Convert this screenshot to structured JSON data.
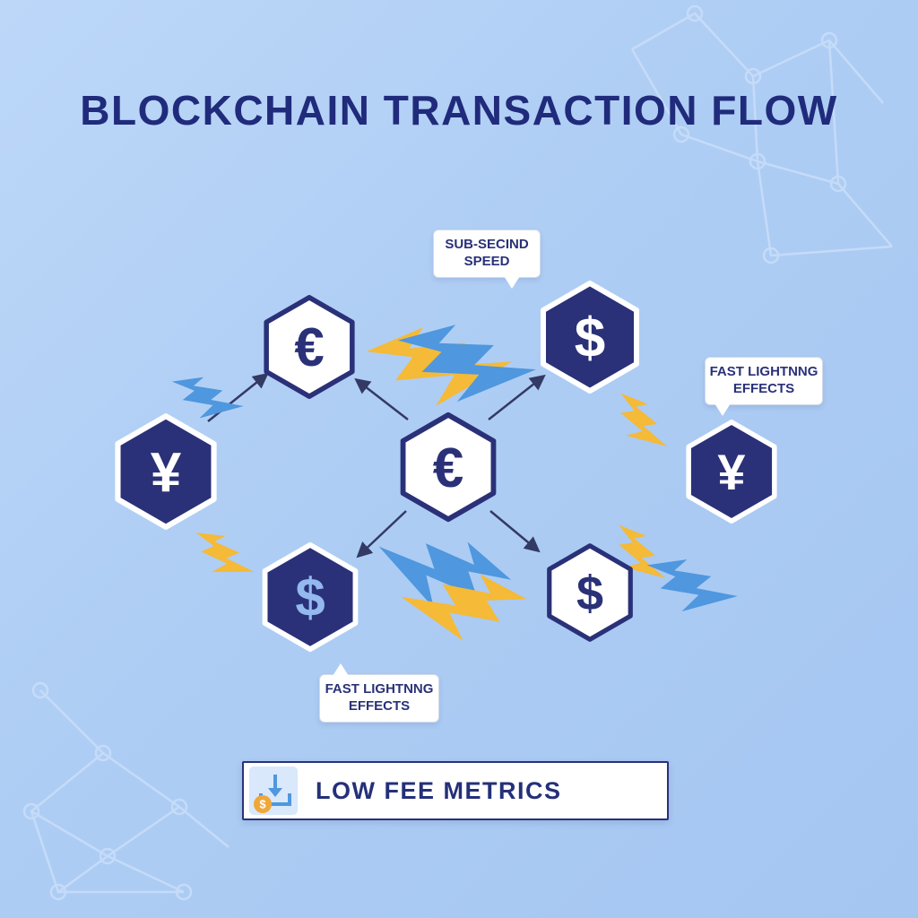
{
  "title": "BLOCKCHAIN TRANSACTION FLOW",
  "nodes": [
    {
      "id": "euro-top",
      "symbol": "€",
      "style": "light"
    },
    {
      "id": "dollar-top",
      "symbol": "$",
      "style": "dark"
    },
    {
      "id": "yen-left",
      "symbol": "¥",
      "style": "dark"
    },
    {
      "id": "euro-center",
      "symbol": "€",
      "style": "light"
    },
    {
      "id": "yen-right",
      "symbol": "¥",
      "style": "dark"
    },
    {
      "id": "dollar-bottom-left",
      "symbol": "$",
      "style": "dark-lightblue"
    },
    {
      "id": "dollar-bottom-right",
      "symbol": "$",
      "style": "light"
    }
  ],
  "bubbles": {
    "speed": {
      "line1": "SUB-SECIND",
      "line2": "SPEED"
    },
    "lightning_right": {
      "line1": "FAST LIGHTNNG",
      "line2": "EFFECTS"
    },
    "lightning_bottom": {
      "line1": "FAST LIGHTNNG",
      "line2": "EFFECTS"
    }
  },
  "footer": {
    "label": "LOW FEE METRICS",
    "coin_symbol": "$",
    "icon": "download-tray-coin-icon"
  },
  "colors": {
    "navy": "#2a3178",
    "title_navy": "#202b7c",
    "bolt_yellow": "#f4ba38",
    "bolt_blue": "#4f97de",
    "light_blue_symbol": "#93b9ef",
    "background_start": "#bcd7f8",
    "background_end": "#a4c6f1",
    "coin_orange": "#f0a73a"
  }
}
